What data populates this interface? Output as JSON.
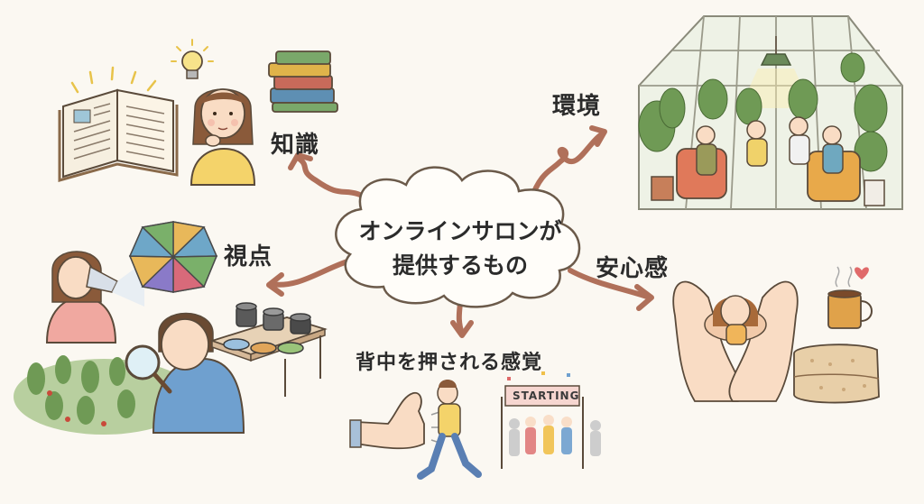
{
  "center": {
    "line1": "オンラインサロンが",
    "line2": "提供するもの"
  },
  "branches": {
    "knowledge": "知識",
    "environment": "環境",
    "perspective": "視点",
    "security": "安心感",
    "encouragement": "背中を押される感覚"
  },
  "banner_text": "STARTING",
  "colors": {
    "cloud_stroke": "#6b5a4a",
    "arrow": "#b0705a",
    "ink": "#2b2b2b"
  }
}
